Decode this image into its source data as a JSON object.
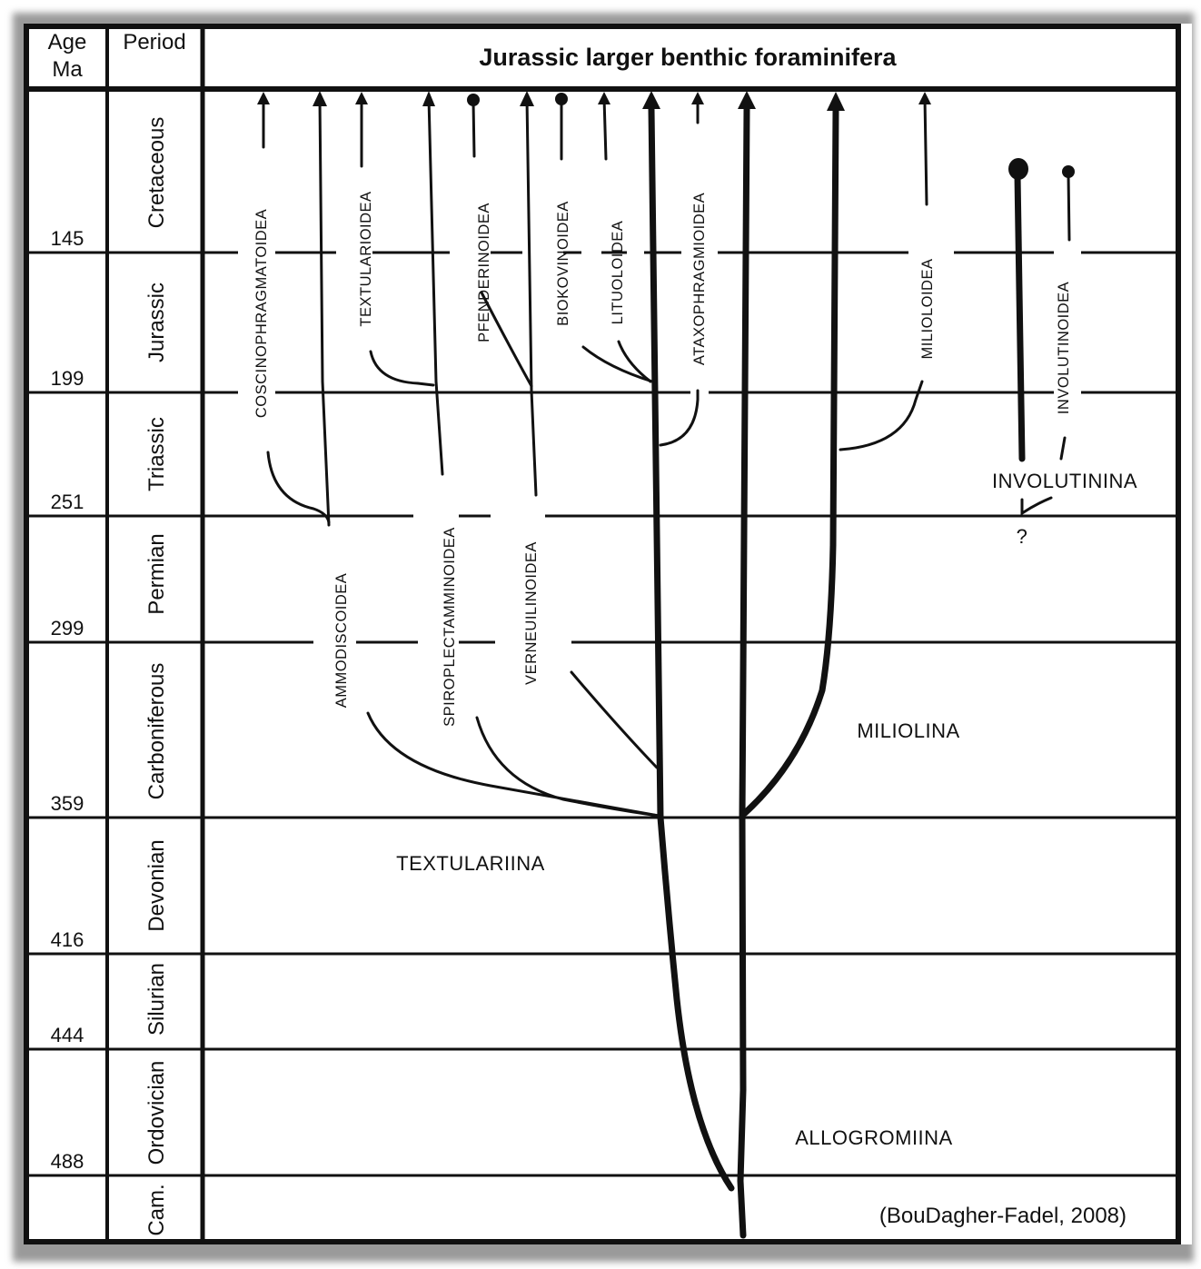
{
  "header": {
    "age_label_line1": "Age",
    "age_label_line2": "Ma",
    "period_label": "Period",
    "title": "Jurassic larger benthic foraminifera"
  },
  "periods": [
    {
      "name": "Cretaceous",
      "age": "145"
    },
    {
      "name": "Jurassic",
      "age": "199"
    },
    {
      "name": "Triassic",
      "age": "251"
    },
    {
      "name": "Permian",
      "age": "299"
    },
    {
      "name": "Carboniferous",
      "age": "359"
    },
    {
      "name": "Devonian",
      "age": "416"
    },
    {
      "name": "Silurian",
      "age": "444"
    },
    {
      "name": "Ordovician",
      "age": "488"
    },
    {
      "name": "Cam.",
      "age": ""
    }
  ],
  "suborders": {
    "textulariina": "TEXTULARIINA",
    "miliolina": "MILIOLINA",
    "involutinina": "INVOLUTININA",
    "allogromiina": "ALLOGROMIINA",
    "uncertain_origin": "?"
  },
  "superfamilies": {
    "coscinophragmatoidea": "COSCINOPHRAGMATOIDEA",
    "textularioidea": "TEXTULARIOIDEA",
    "pfenderinoidea": "PFENDERINOIDEA",
    "biokovinoidea": "BIOKOVINOIDEA",
    "lituoloidea": "LITUOLOIDEA",
    "ataxophragmioidea": "ATAXOPHRAGMIOIDEA",
    "milioloidea": "MILIOLOIDEA",
    "involutinoidea": "INVOLUTINOIDEA",
    "ammodiscoidea": "AMMODISCOIDEA",
    "spiroplectamminoidea": "SPIROPLECTAMMINOIDEA",
    "verneuilinoidea": "VERNEUILINOIDEA"
  },
  "citation": "(BouDagher-Fadel, 2008)",
  "colors": {
    "line": "#111111",
    "background": "#ffffff",
    "shadow": "#9a9a9a"
  }
}
